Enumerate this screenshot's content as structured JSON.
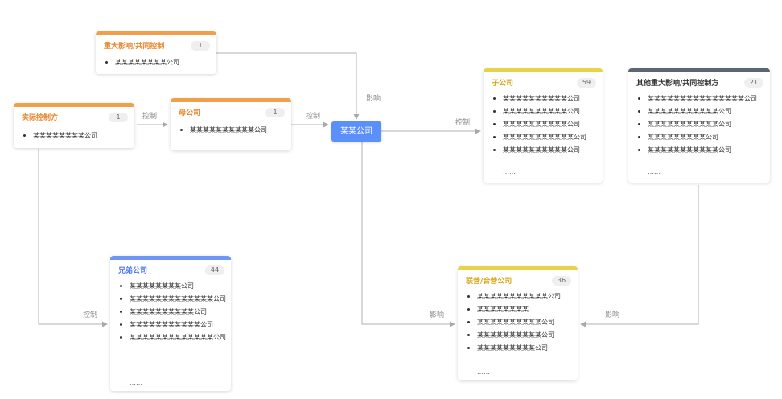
{
  "center": {
    "label": "某某公司"
  },
  "colors": {
    "orange": "#f0a04b",
    "yellow": "#e5d44a",
    "blue": "#6e95f7",
    "dark": "#5d6474",
    "node": "#5b8ff9",
    "line": "#b0b0b0"
  },
  "edges": {
    "control": "控制",
    "influence": "影响"
  },
  "cards": {
    "major": {
      "title": "重大影响/共同控制",
      "count": "1",
      "items": [
        "某某某某某某某某公司"
      ]
    },
    "actual": {
      "title": "实际控制方",
      "count": "1",
      "items": [
        "某某某某某某某某公司"
      ]
    },
    "parent": {
      "title": "母公司",
      "count": "1",
      "items": [
        "某某某某某某某某某某公司"
      ]
    },
    "sub": {
      "title": "子公司",
      "count": "59",
      "items": [
        "某某某某某某某某某某公司",
        "某某某某某某某某某某公司",
        "某某某某某某某某某某公司",
        "某某某某某某某某某某某公司",
        "某某某某某某某某某某公司"
      ],
      "more": "……"
    },
    "other": {
      "title": "其他重大影响/共同控制方",
      "count": "21",
      "items": [
        "某某某某某某某某某某某某某某某公司",
        "某某某某某某某某某某某公司",
        "某某某某某某某某某某某公司",
        "某某某某某某某某某公司",
        "某某某某某某某某某某某公司"
      ],
      "more": "……"
    },
    "brother": {
      "title": "兄弟公司",
      "count": "44",
      "items": [
        "某某某某某某某某公司",
        "某某某某某某某某某某某某某公司",
        "某某某某某某某某某某公司",
        "某某某某某某某某某某某公司",
        "某某某某某某某某某某某某某公司"
      ],
      "more": "……"
    },
    "assoc": {
      "title": "联营/合营公司",
      "count": "36",
      "items": [
        "某某某某某某某某某某某公司",
        "某某某某某某某某",
        "某某某某某某某某某某公司",
        "某某某某某某某某某某公司",
        "某某某某某某某某某公司"
      ],
      "more": "……"
    }
  }
}
